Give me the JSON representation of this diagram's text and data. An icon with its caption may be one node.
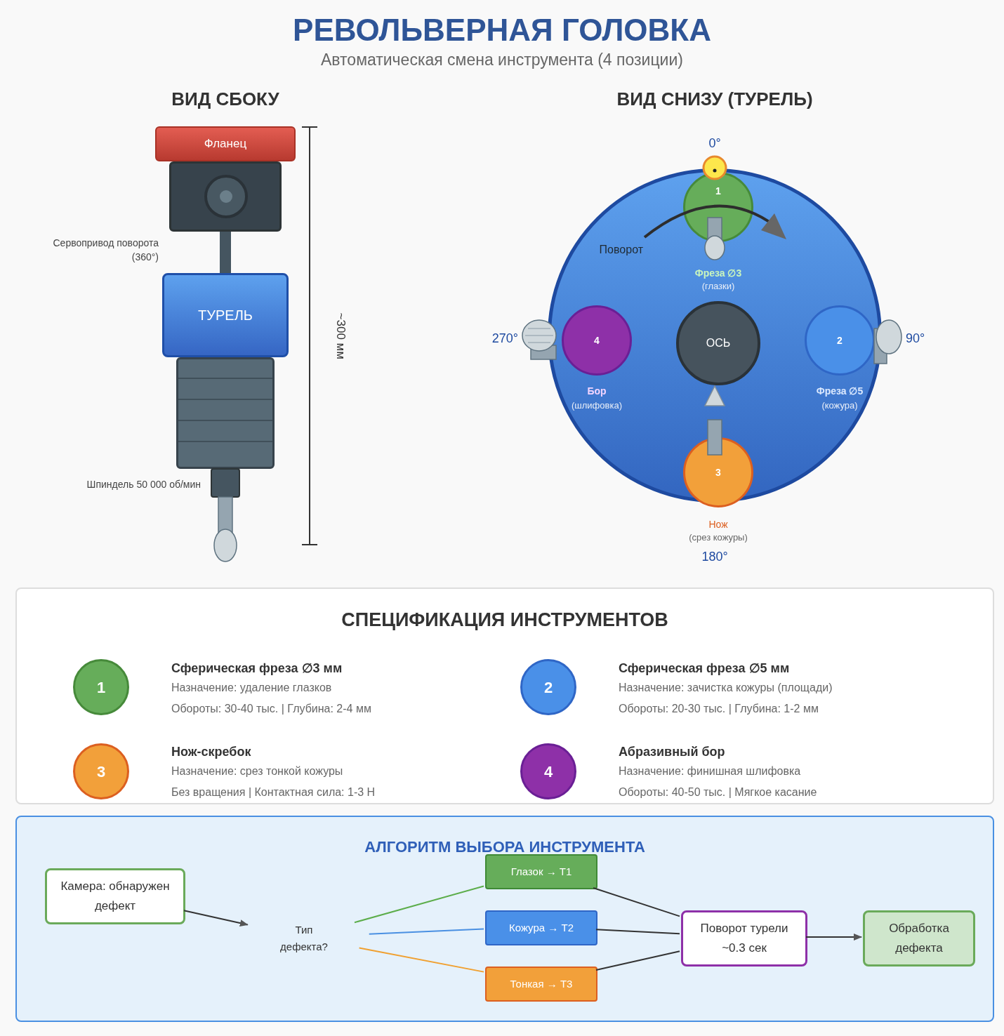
{
  "diagram": {
    "title": "РЕВОЛЬВЕРНАЯ ГОЛОВКА",
    "caption": "Автоматическая смена инструмента (4 позиции)",
    "nodes": [
      {
        "text": [
          "Фланец"
        ]
      },
      {
        "text": [],
        "shape": "box",
        "beside": [
          "Сервопривод поворота (360°)"
        ]
      },
      {
        "text": [
          "ТУРЕЛЬ"
        ]
      },
      {
        "text": [],
        "shape": "box",
        "beside": [
          "Шпиндель 50 000 об/мин"
        ]
      },
      {
        "text": [],
        "shape": "circle"
      },
      {
        "text": [
          "1"
        ],
        "in": 4,
        "beside": [
          "Фреза ∅3",
          "(глазки)"
        ]
      },
      {
        "text": [
          "2"
        ],
        "in": 4,
        "beside": [
          "Фреза ∅5",
          "(кожура)"
        ]
      },
      {
        "text": [
          "3"
        ],
        "in": 4,
        "beside": [
          "Нож",
          "(срез кожуры)"
        ]
      },
      {
        "text": [
          "4"
        ],
        "in": 4,
        "beside": [
          "Бор",
          "(шлифовка)"
        ]
      },
      {
        "text": [
          "ОСЬ"
        ],
        "in": 4
      },
      {
        "text": [
          "СПЕЦИФИКАЦИЯ ИНСТРУМЕНТОВ"
        ]
      },
      {
        "text": [
          "1"
        ],
        "in": 10,
        "beside": [
          "Сферическая фреза ∅3 мм",
          "Назначение: удаление глазков",
          "Обороты: 30-40 тыс. | Глубина: 2-4 мм"
        ]
      },
      {
        "text": [
          "2"
        ],
        "in": 10,
        "beside": [
          "Сферическая фреза ∅5 мм",
          "Назначение: зачистка кожуры (площади)",
          "Обороты: 20-30 тыс. | Глубина: 1-2 мм"
        ]
      },
      {
        "text": [
          "3"
        ],
        "in": 10,
        "beside": [
          "Нож-скребок",
          "Назначение: срез тонкой кожуры",
          "Без вращения | Контактная сила: 1-3 Н"
        ]
      },
      {
        "text": [
          "4"
        ],
        "in": 10,
        "beside": [
          "Абразивный бор",
          "Назначение: финишная шлифовка",
          "Обороты: 40-50 тыс. | Мягкое касание"
        ]
      },
      {
        "text": [
          "АЛГОРИТМ ВЫБОРА ИНСТРУМЕНТА"
        ]
      },
      {
        "text": [
          "Камера: обнаружен дефект"
        ],
        "in": 15
      },
      {
        "text": [
          "Тип дефекта?"
        ],
        "in": 15
      },
      {
        "text": [
          "Глазок → T1"
        ],
        "in": 15
      },
      {
        "text": [
          "Кожура → T2"
        ],
        "in": 15
      },
      {
        "text": [
          "Тонкая → T3"
        ],
        "in": 15
      },
      {
        "text": [
          "Поворот турели ~0.3 сек"
        ],
        "in": 15
      },
      {
        "text": [
          "Обработка дефекта"
        ],
        "in": 15
      }
    ],
    "edges": [
      {
        "from": 16,
        "to": 17,
        "arrow": "to"
      },
      {
        "from": 17,
        "to": 18,
        "arrow": "none",
        "color": "#5cad4a"
      },
      {
        "from": 17,
        "to": 19,
        "arrow": "none",
        "color": "#4a90e2"
      },
      {
        "from": 17,
        "to": 20,
        "arrow": "none",
        "color": "#f0a030"
      },
      {
        "from": 18,
        "to": 21,
        "arrow": "none"
      },
      {
        "from": 19,
        "to": 21,
        "arrow": "none"
      },
      {
        "from": 20,
        "to": 21,
        "arrow": "none"
      },
      {
        "from": 21,
        "to": 22,
        "arrow": "to"
      }
    ],
    "labels": [
      "ВИД СБОКУ",
      "ВИД СНИЗУ (ТУРЕЛЬ)",
      "~300 мм",
      "0°",
      "90°",
      "180°",
      "270°",
      "Поворот"
    ]
  }
}
